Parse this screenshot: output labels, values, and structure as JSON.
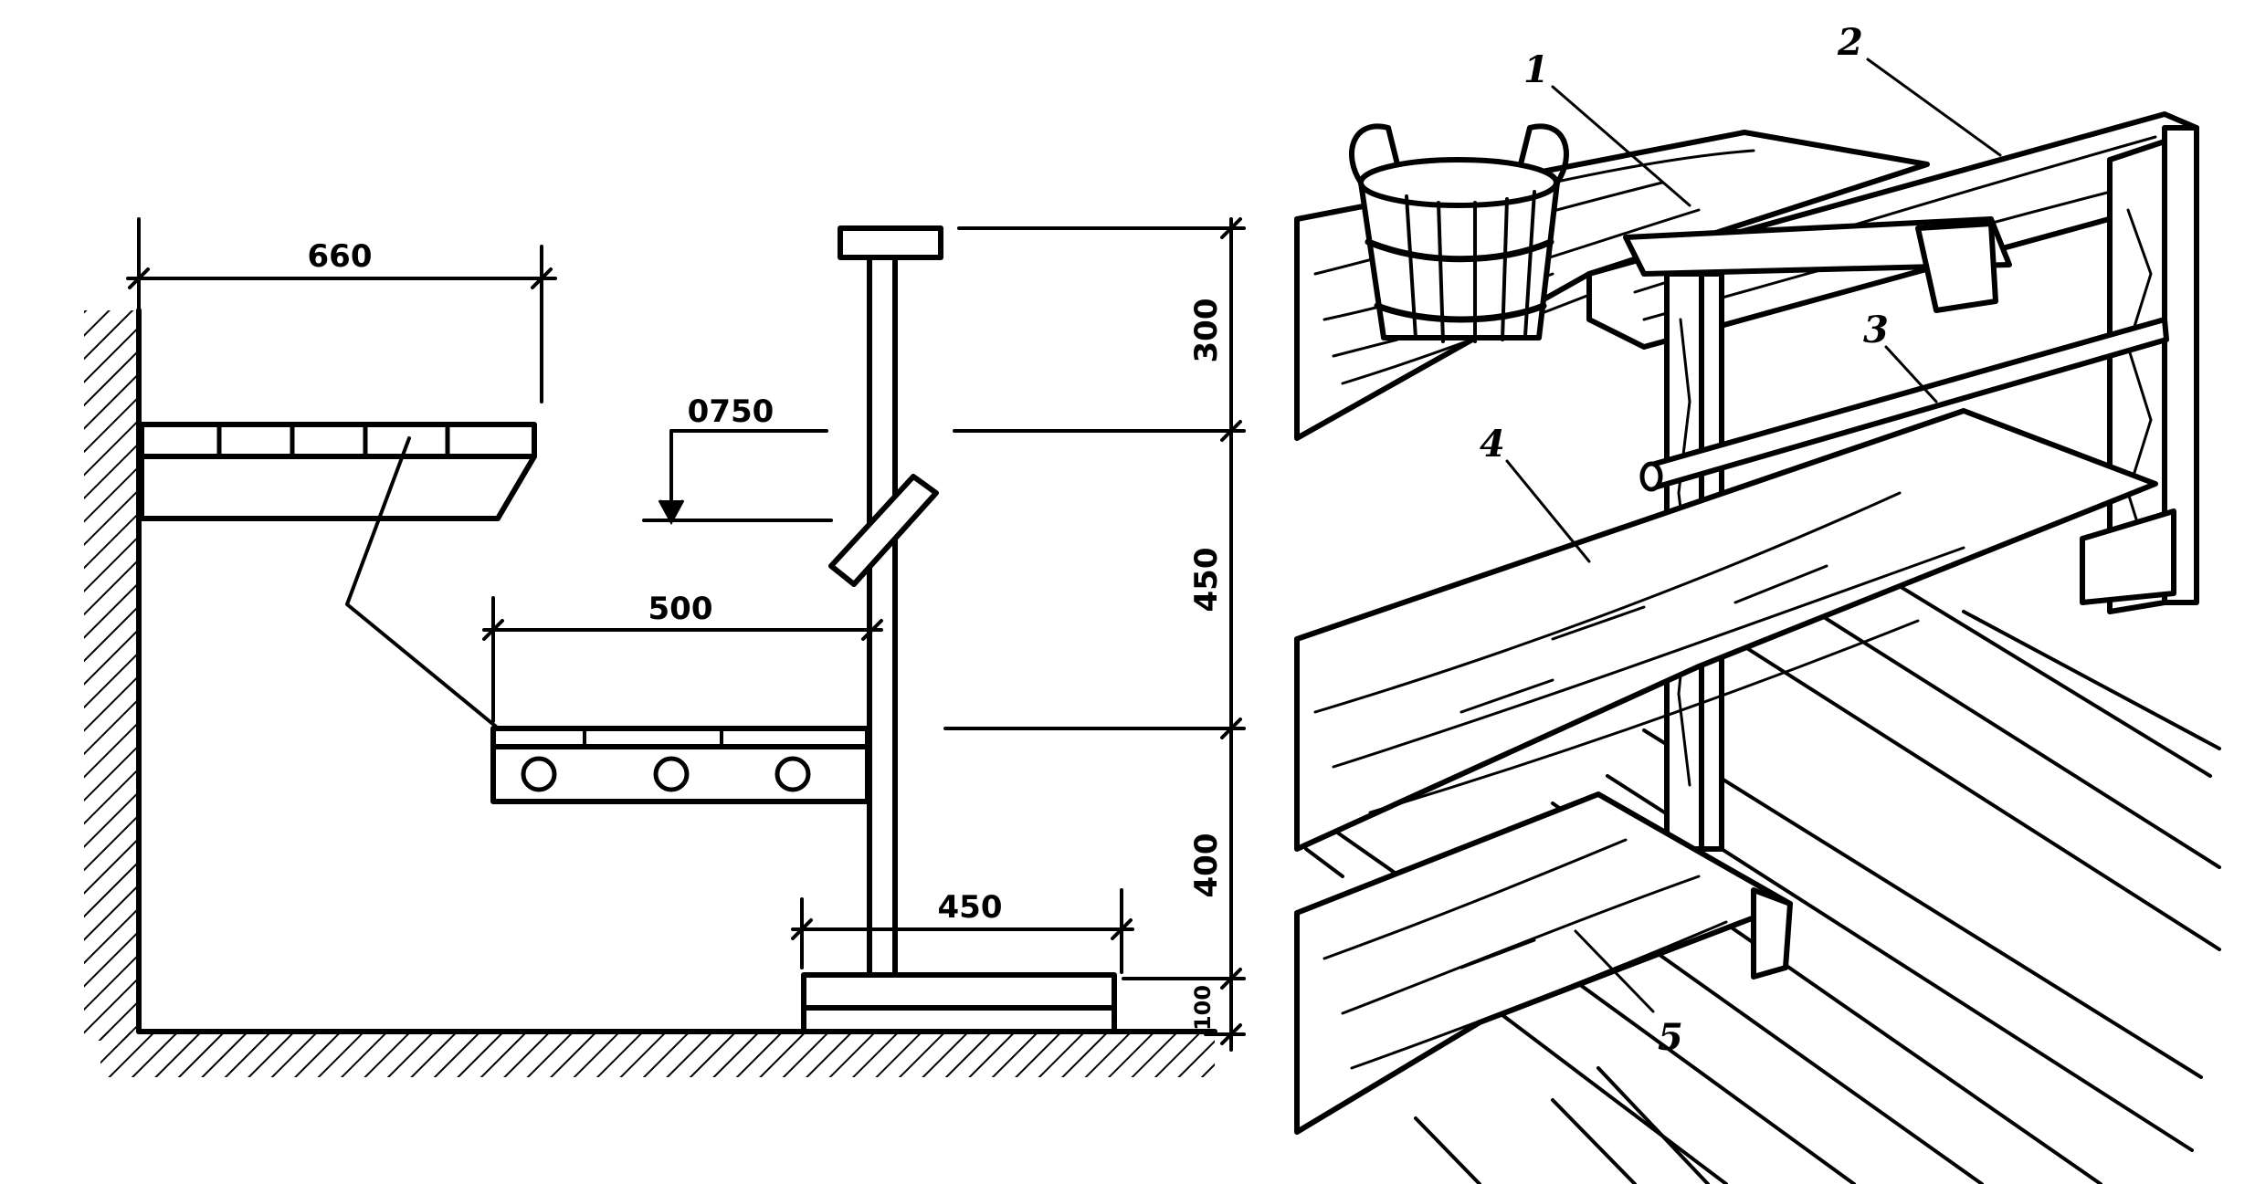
{
  "section_drawing": {
    "dimensions": {
      "upper_shelf_width": "660",
      "middle_shelf_width": "500",
      "footrest_width": "450",
      "headrest_offset": "0750",
      "height_top": "300",
      "height_upper": "450",
      "height_middle": "400",
      "height_bottom": "100"
    }
  },
  "perspective_drawing": {
    "callouts": [
      "1",
      "2",
      "3",
      "4",
      "5"
    ]
  }
}
